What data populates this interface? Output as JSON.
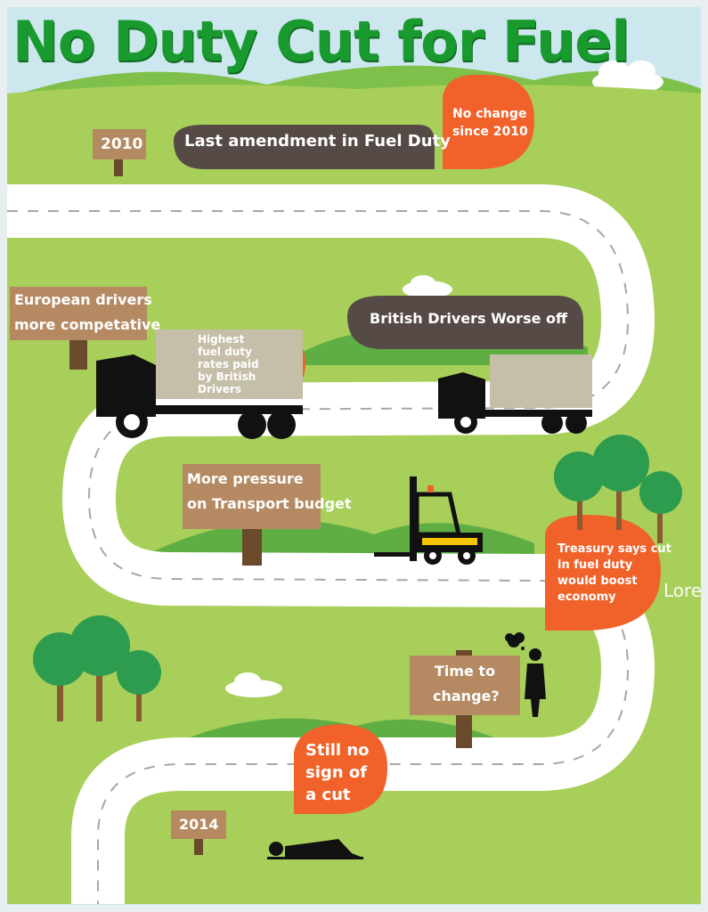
{
  "title": "No Duty Cut for Fuel",
  "timeline": {
    "year_start": "2010",
    "year_end": "2014"
  },
  "callouts": {
    "last_amendment": "Last amendment in Fuel Duty",
    "no_change": [
      "No change",
      "since 2010"
    ],
    "british_worse_off": "British Drivers Worse off",
    "highest_rates": [
      "Highest",
      "fuel duty",
      "rates paid",
      "by British",
      "Drivers"
    ],
    "treasury": [
      "Treasury says cut",
      "in fuel duty",
      "would boost",
      "economy"
    ],
    "still_no_sign": [
      "Still no",
      "sign of",
      "a cut"
    ]
  },
  "signs": {
    "european_drivers": [
      "European drivers",
      "more competative"
    ],
    "more_pressure": [
      "More pressure",
      "on Transport budget"
    ],
    "time_to_change": [
      "Time to",
      "change?"
    ]
  },
  "placeholder_text": {
    "lorem_1": "Lorem",
    "lorem_2": "Lore"
  },
  "colors": {
    "title_green": "#189a2e",
    "grass": "#a8cf5a",
    "road": "#ffffff",
    "dark_bubble": "#564a47",
    "orange_bubble": "#f0622a",
    "sign_wood": "#b58a62",
    "tree_green": "#2e9c4e"
  }
}
